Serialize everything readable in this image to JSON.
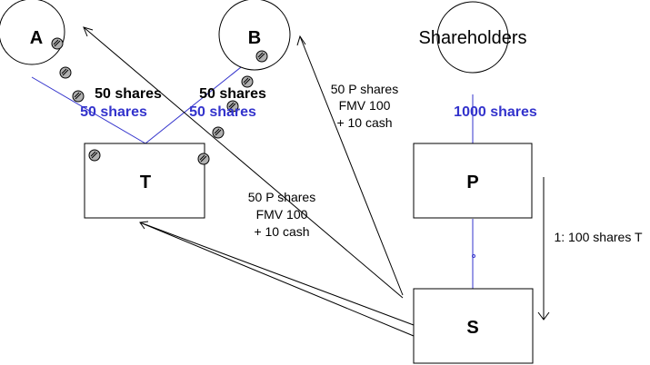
{
  "nodes": {
    "a": "A",
    "b": "B",
    "shareholders": "Shareholders",
    "t": "T",
    "p": "P",
    "s": "S"
  },
  "labels": {
    "a_shares_black": "50 shares",
    "a_shares_blue": "50 shares",
    "b_shares_black": "50 shares",
    "b_shares_blue": "50 shares",
    "p_shares": "1000 shares",
    "to_b_line1": "50 P shares",
    "to_b_line2": "FMV 100",
    "to_b_line3": "+ 10 cash",
    "to_a_line1": "50 P shares",
    "to_a_line2": "FMV 100",
    "to_a_line3": "+ 10 cash",
    "step1": "1: 100 shares T"
  },
  "colors": {
    "stroke": "#000000",
    "ownership_line": "#3333cc",
    "blue_text": "#3333cc",
    "token": "#808080"
  },
  "icons": {
    "token": "crossed-circle-icon",
    "arrowhead": "open-arrowhead-icon"
  }
}
